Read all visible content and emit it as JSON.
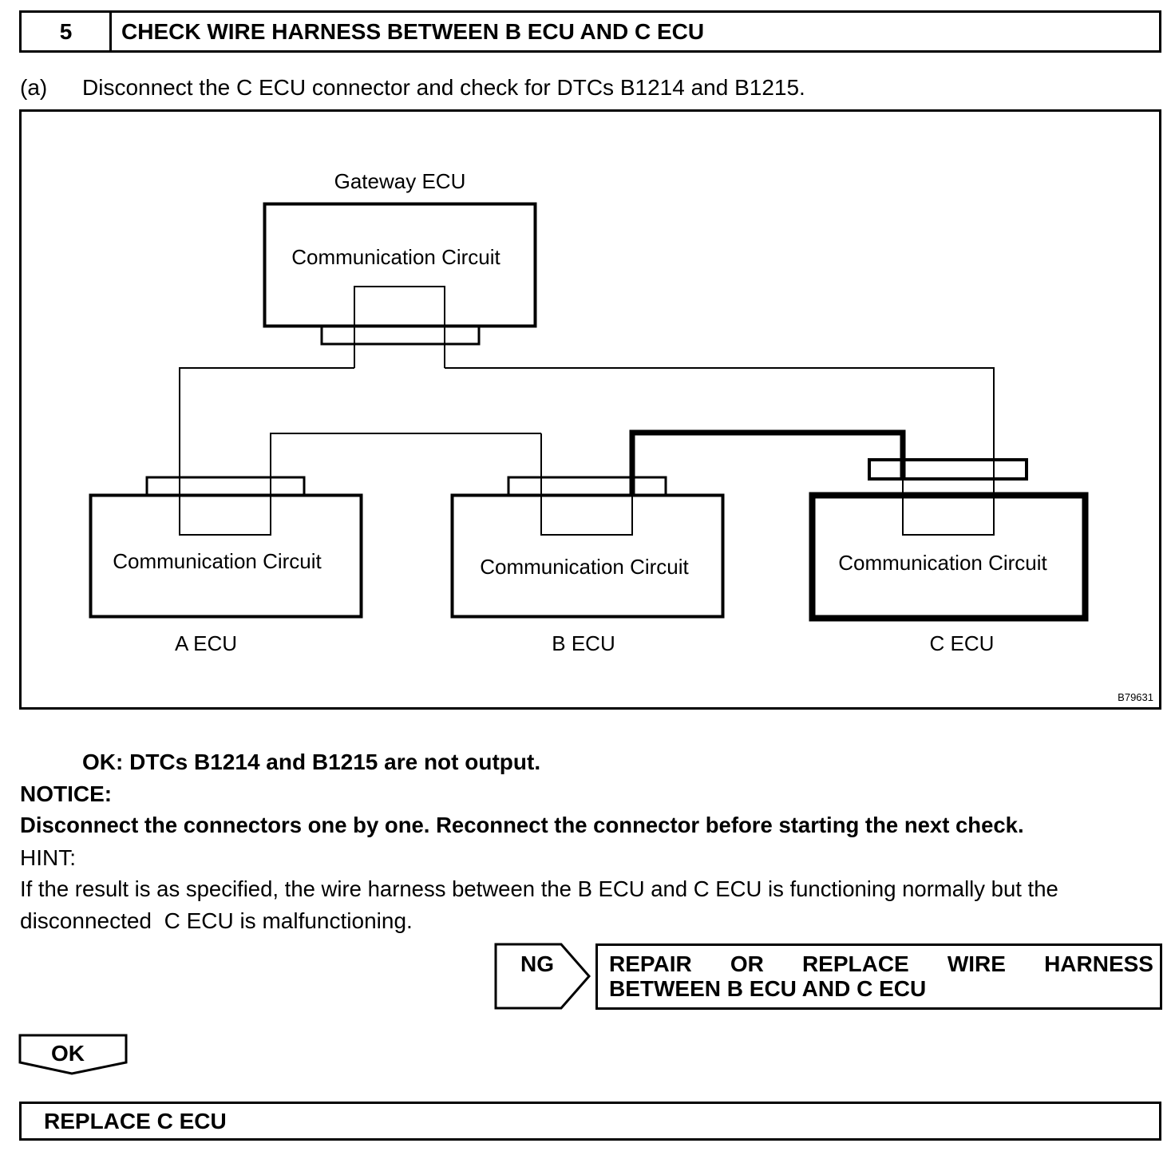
{
  "step": {
    "number": "5",
    "title": "CHECK WIRE HARNESS BETWEEN B ECU AND C ECU"
  },
  "instruction": {
    "marker": "(a)",
    "text": "Disconnect the C ECU connector and check for DTCs B1214 and B1215."
  },
  "diagram": {
    "gateway_label": "Gateway ECU",
    "circuit_label": "Communication Circuit",
    "a_ecu_label": "A ECU",
    "b_ecu_label": "B ECU",
    "c_ecu_label": "C ECU",
    "figure_code": "B79631"
  },
  "result": {
    "ok_text": "OK: DTCs B1214 and B1215 are not output.",
    "notice_label": "NOTICE:",
    "notice_text": "Disconnect the connectors one by one. Reconnect the connector before starting the next check.",
    "hint_label": "HINT:",
    "hint_line1": "If the result is as specified, the wire harness between the B ECU and C ECU is functioning normally but the",
    "hint_line2": "disconnected  C ECU is malfunctioning."
  },
  "ng_branch": {
    "label": "NG",
    "action_line1_words": [
      "REPAIR",
      "OR",
      "REPLACE",
      "WIRE",
      "HARNESS"
    ],
    "action_line2": "BETWEEN B ECU AND C ECU"
  },
  "ok_branch": {
    "label": "OK",
    "action": "REPLACE C ECU"
  }
}
